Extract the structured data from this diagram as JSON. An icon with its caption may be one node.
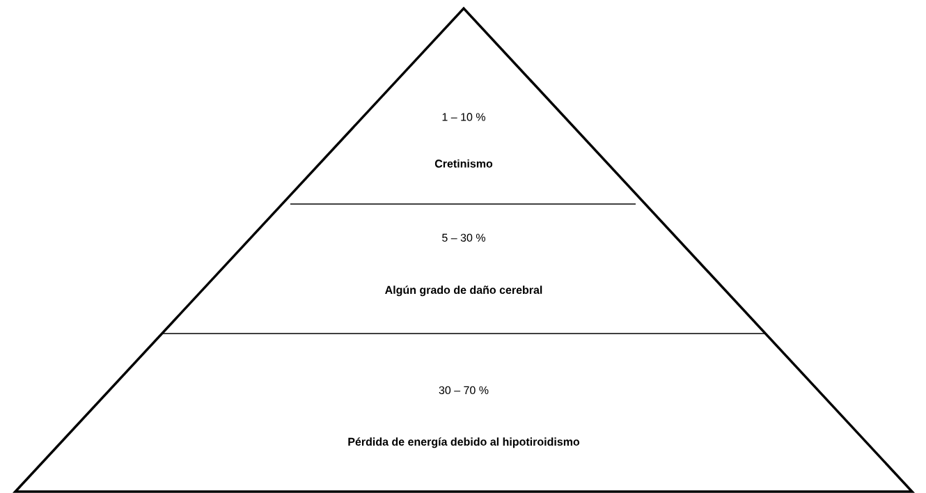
{
  "diagram": {
    "nodes": [
      {
        "text": [
          "1 – 10 %",
          "Cretinismo"
        ]
      },
      {
        "text": [
          "5 – 30 %",
          "Algún grado de daño cerebral"
        ]
      },
      {
        "text": [
          "30 – 70 %",
          "Pérdida de energía debido al hipotiroidismo"
        ]
      }
    ]
  }
}
